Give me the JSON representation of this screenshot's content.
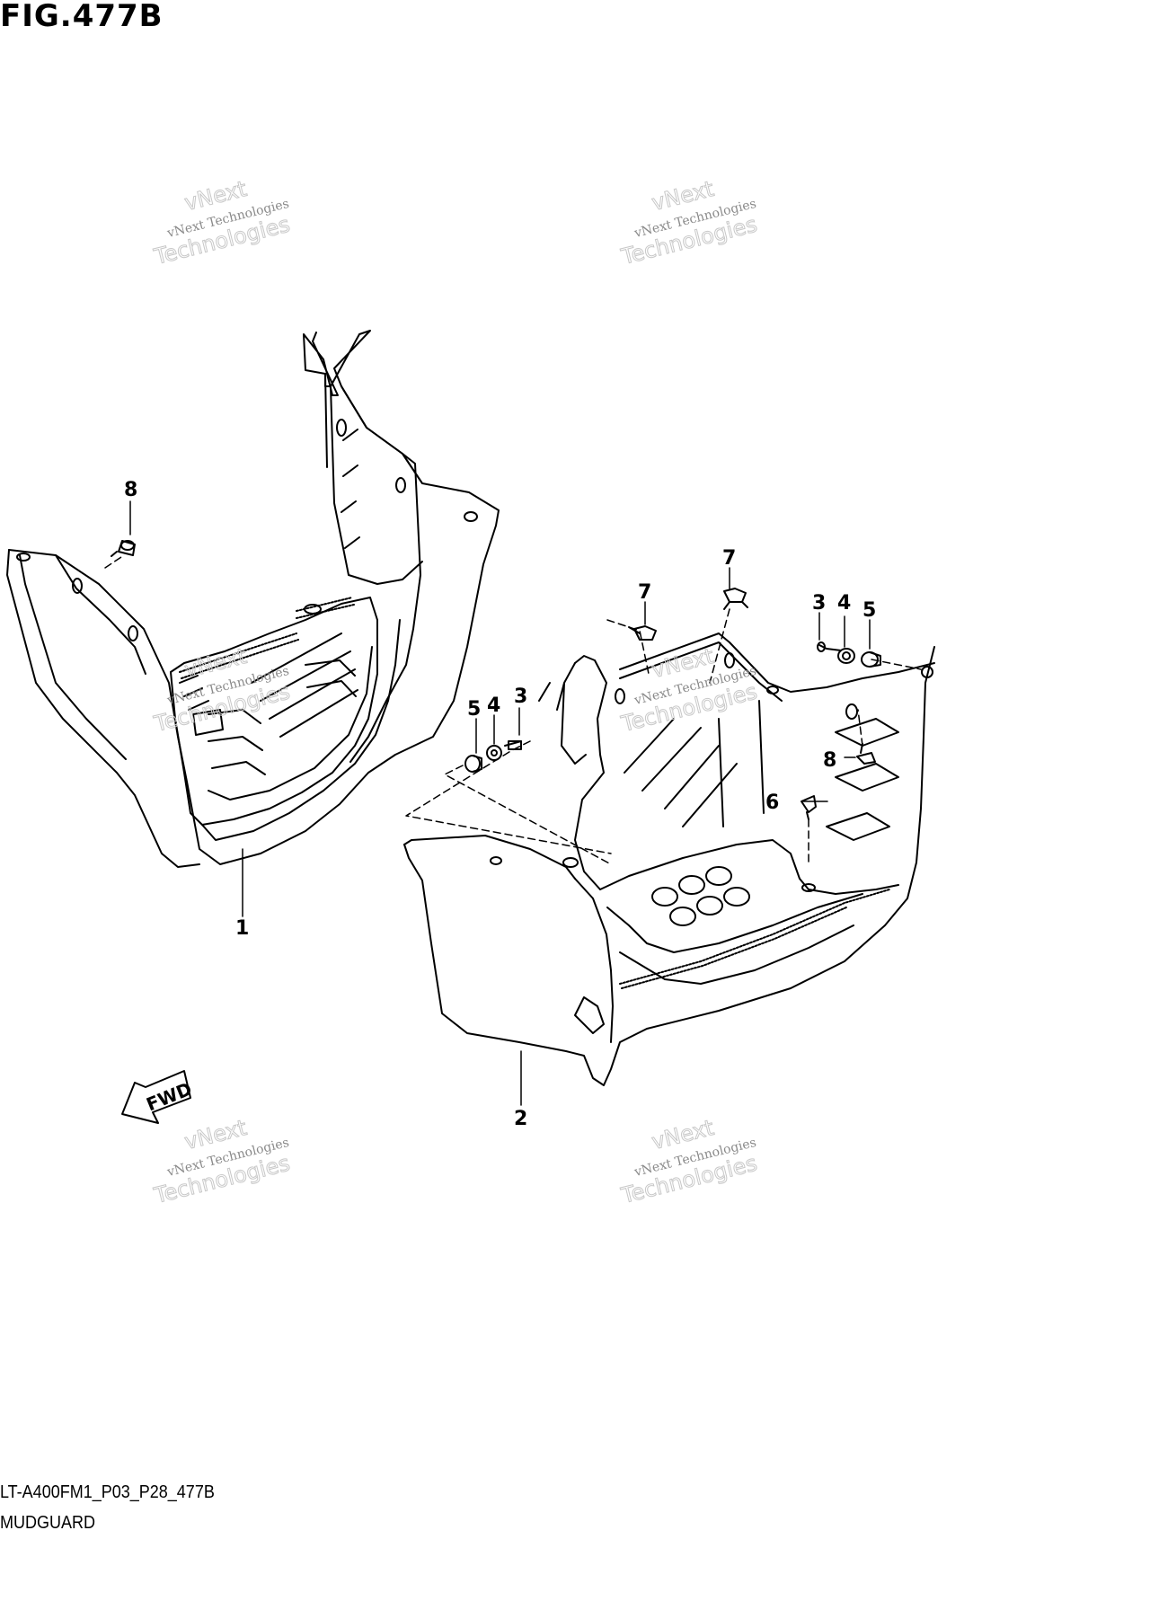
{
  "figure": {
    "title": "FIG.477B",
    "drawing_code": "LT-A400FM1_P03_P28_477B",
    "name": "MUDGUARD"
  },
  "callouts": [
    "1",
    "2",
    "3",
    "3",
    "4",
    "4",
    "5",
    "5",
    "6",
    "7",
    "7",
    "8",
    "8"
  ],
  "direction_arrow": {
    "label": "FWD"
  },
  "watermark": {
    "line1": "vNext",
    "line2": "vNext Technologies",
    "line3": "Technologies"
  },
  "colors": {
    "ink": "#000000",
    "watermark": "#9a9a9a",
    "background": "#ffffff"
  }
}
